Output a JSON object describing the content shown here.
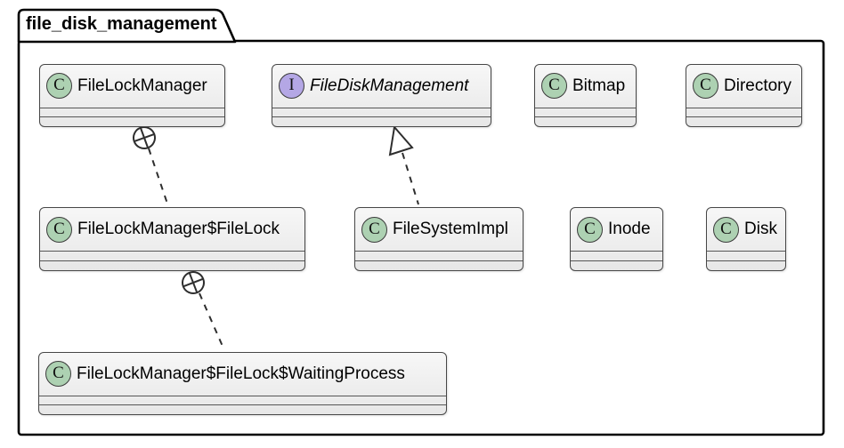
{
  "package": {
    "title": "file_disk_management"
  },
  "colors": {
    "class_icon_bg": "#ADD1B2",
    "interface_icon_bg": "#B4A7E5",
    "box_fill": "#f1f1f1",
    "box_border": "#474747",
    "line_color": "#2e2e2e",
    "frame_color": "#000000"
  },
  "classes": [
    {
      "icon_letter": "C",
      "name": "FileLockManager",
      "kind": "class"
    },
    {
      "icon_letter": "I",
      "name": "FileDiskManagement",
      "kind": "interface"
    },
    {
      "icon_letter": "C",
      "name": "Bitmap",
      "kind": "class"
    },
    {
      "icon_letter": "C",
      "name": "Directory",
      "kind": "class"
    },
    {
      "icon_letter": "C",
      "name": "FileLockManager$FileLock",
      "kind": "class"
    },
    {
      "icon_letter": "C",
      "name": "FileSystemImpl",
      "kind": "class"
    },
    {
      "icon_letter": "C",
      "name": "Inode",
      "kind": "class"
    },
    {
      "icon_letter": "C",
      "name": "Disk",
      "kind": "class"
    },
    {
      "icon_letter": "C",
      "name": "FileLockManager$FileLock$WaitingProcess",
      "kind": "class"
    }
  ],
  "relations": [
    {
      "type": "nested-anchor",
      "from": "FileLockManager",
      "to": "FileLockManager$FileLock",
      "style": "dashed",
      "marker": "circle-plus"
    },
    {
      "type": "realization",
      "from": "FileSystemImpl",
      "to": "FileDiskManagement",
      "style": "dashed",
      "marker": "hollow-triangle"
    },
    {
      "type": "nested-anchor",
      "from": "FileLockManager$FileLock",
      "to": "FileLockManager$FileLock$WaitingProcess",
      "style": "dashed",
      "marker": "circle-plus"
    }
  ]
}
